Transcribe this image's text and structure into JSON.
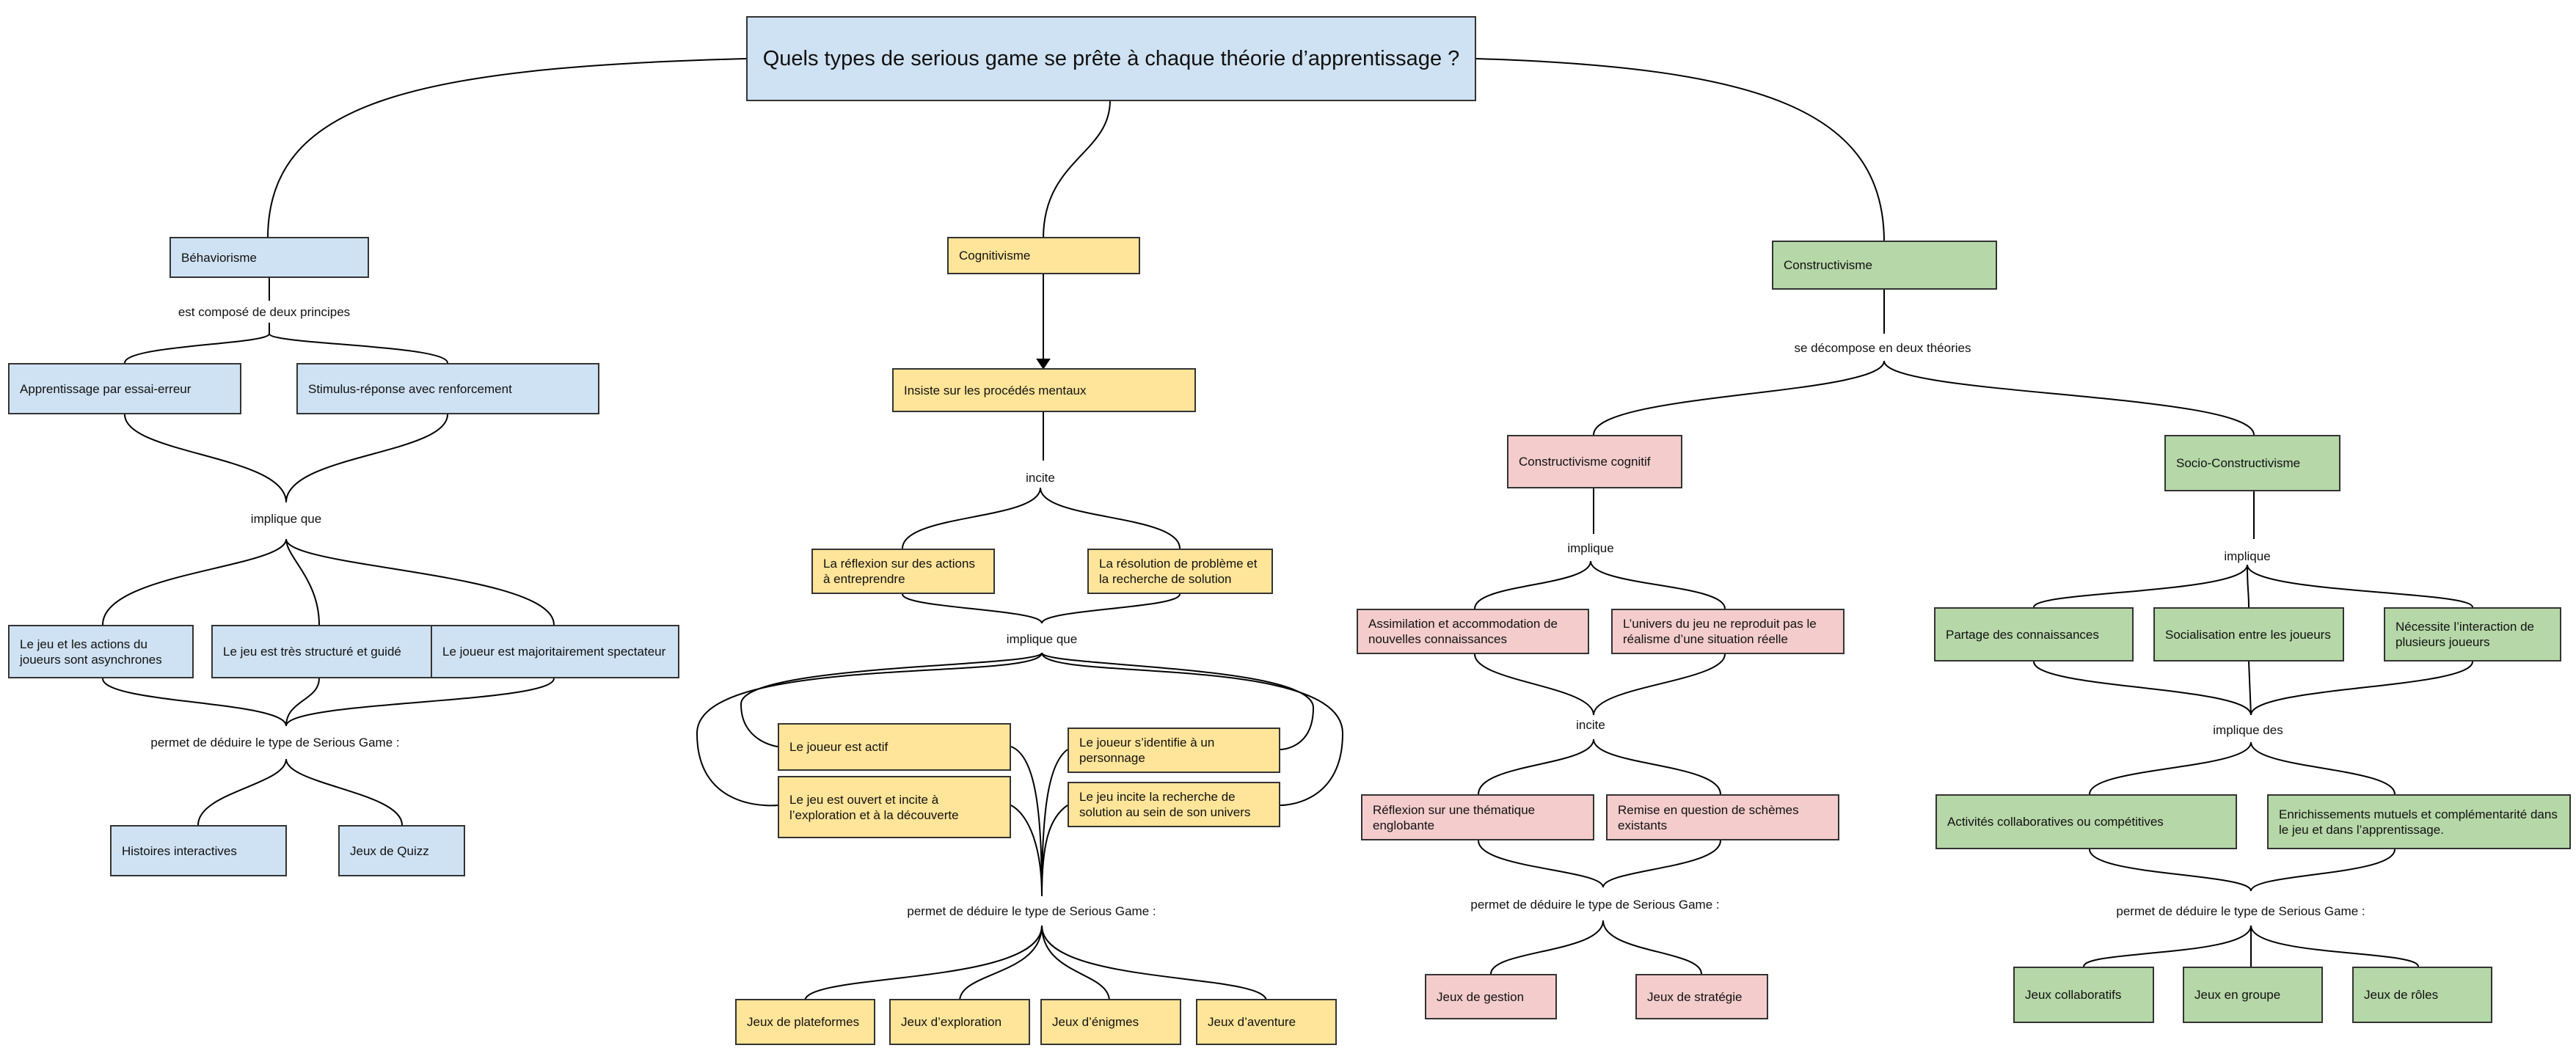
{
  "title": "Quels types de serious game se prête à chaque théorie d’apprentissage ?",
  "behaviorisme": {
    "label": "Béhaviorisme",
    "rel1": "est composé de deux principes",
    "principles": [
      "Apprentissage par essai-erreur",
      "Stimulus-réponse avec renforcement"
    ],
    "rel2": "implique que",
    "implications": [
      "Le jeu et les actions du joueurs sont asynchrones",
      "Le jeu est très structuré et guidé",
      "Le joueur est majoritairement spectateur"
    ],
    "rel3": "permet de déduire le type de Serious Game :",
    "games": [
      "Histoires interactives",
      "Jeux de Quizz"
    ]
  },
  "cognitivisme": {
    "label": "Cognitivisme",
    "insiste": "Insiste sur les procédés mentaux",
    "rel1": "incite",
    "incites": [
      "La réflexion sur des actions à entreprendre",
      "La résolution de problème et la recherche de solution"
    ],
    "rel2": "implique que",
    "implications": [
      "Le joueur est actif",
      "Le jeu est ouvert et incite à l’exploration et à la découverte",
      "Le joueur s’identifie à un personnage",
      "Le jeu incite la recherche de solution au sein de son univers"
    ],
    "rel3": "permet de déduire le type de Serious Game :",
    "games": [
      "Jeux de plateformes",
      "Jeux d’exploration",
      "Jeux d’énigmes",
      "Jeux d’aventure"
    ]
  },
  "constructivisme": {
    "label": "Constructivisme",
    "rel1": "se décompose en deux théories",
    "cognitif": {
      "label": "Constructivisme cognitif",
      "rel1": "implique",
      "implications": [
        "Assimilation et accommodation de nouvelles connaissances",
        "L’univers du jeu ne reproduit pas le réalisme d’une situation réelle"
      ],
      "rel2": "incite",
      "incites": [
        "Réflexion sur une thématique englobante",
        "Remise en question de schèmes existants"
      ],
      "rel3": "permet de déduire le type de Serious Game :",
      "games": [
        "Jeux de gestion",
        "Jeux de stratégie"
      ]
    },
    "socio": {
      "label": "Socio-Constructivisme",
      "rel1": "implique",
      "implications": [
        "Partage des connaissances",
        "Socialisation entre les joueurs",
        "Nécessite l’interaction de plusieurs joueurs"
      ],
      "rel2": "implique des",
      "activities": [
        "Activités collaboratives ou compétitives",
        "Enrichissements mutuels et complémentarité dans le jeu et dans l’apprentissage."
      ],
      "rel3": "permet de déduire le type de Serious Game :",
      "games": [
        "Jeux collaboratifs",
        "Jeux en groupe",
        "Jeux de rôles"
      ]
    }
  },
  "colors": {
    "behaviorisme": "#cfe2f3",
    "cognitivisme": "#ffe599",
    "constructivisme": "#b6d7a8",
    "constructivisme_cognitif": "#f4cccc"
  }
}
